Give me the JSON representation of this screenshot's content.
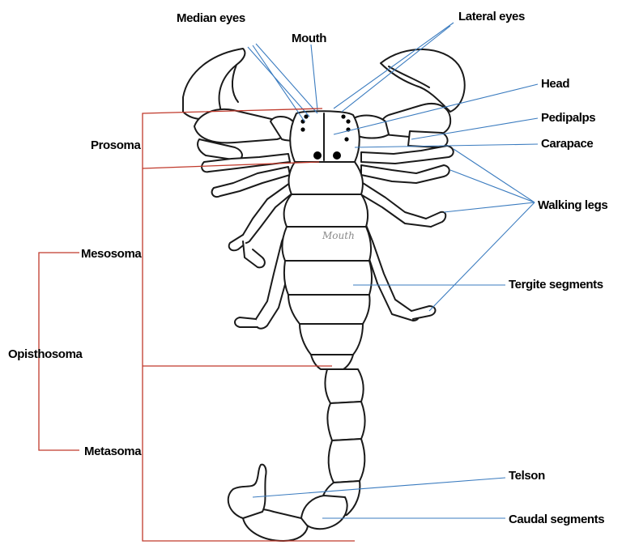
{
  "labels": {
    "median_eyes": "Median eyes",
    "lateral_eyes": "Lateral eyes",
    "mouth": "Mouth",
    "head": "Head",
    "pedipalps": "Pedipalps",
    "carapace": "Carapace",
    "prosoma": "Prosoma",
    "walking_legs": "Walking legs",
    "mesosoma": "Mesosoma",
    "tergite_segments": "Tergite segments",
    "opisthosoma": "Opisthosoma",
    "metasoma": "Metasoma",
    "telson": "Telson",
    "caudal_segments": "Caudal segments",
    "faint_mouth": "Mouth"
  },
  "colors": {
    "leader_lines": "#3a7bbf",
    "brackets": "#c0392b",
    "outline": "#1a1a1a"
  }
}
